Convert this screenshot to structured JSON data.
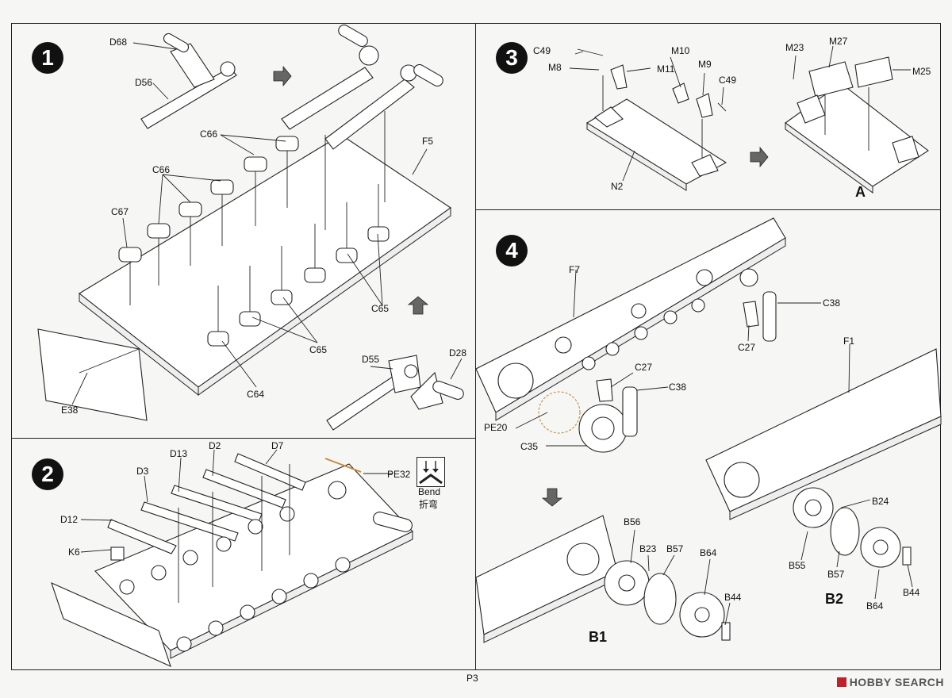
{
  "steps": {
    "s1": {
      "number": "1",
      "labels": {
        "d68": "D68",
        "d56": "D56",
        "c66a": "C66",
        "c66b": "C66",
        "c67": "C67",
        "f5": "F5",
        "c65a": "C65",
        "c65b": "C65",
        "d55": "D55",
        "d28": "D28",
        "c64": "C64",
        "e38": "E38"
      }
    },
    "s2": {
      "number": "2",
      "labels": {
        "d13": "D13",
        "d2": "D2",
        "d7": "D7",
        "d3": "D3",
        "pe32": "PE32",
        "d12": "D12",
        "k6": "K6",
        "bend_en": "Bend",
        "bend_cn": "折弯"
      }
    },
    "s3": {
      "number": "3",
      "labels": {
        "c49a": "C49",
        "m8": "M8",
        "m10": "M10",
        "m11": "M11",
        "m9": "M9",
        "c49b": "C49",
        "n2": "N2",
        "m23": "M23",
        "m27": "M27",
        "m25": "M25",
        "a": "A"
      }
    },
    "s4": {
      "number": "4",
      "labels": {
        "f7": "F7",
        "c38a": "C38",
        "c27a": "C27",
        "c27b": "C27",
        "c38b": "C38",
        "pe20": "PE20",
        "c35": "C35",
        "f1": "F1",
        "b24": "B24",
        "b55": "B55",
        "b57a": "B57",
        "b2": "B2",
        "b64a": "B64",
        "b44a": "B44",
        "b56": "B56",
        "b23": "B23",
        "b57b": "B57",
        "b64b": "B64",
        "b44b": "B44",
        "b1": "B1"
      }
    }
  },
  "footer": {
    "page": "P3",
    "brand": "HOBBY SEARCH"
  },
  "colors": {
    "ink": "#222222",
    "paper": "#f6f6f4",
    "etch": "#c78a3b",
    "brand": "#c0202a"
  }
}
